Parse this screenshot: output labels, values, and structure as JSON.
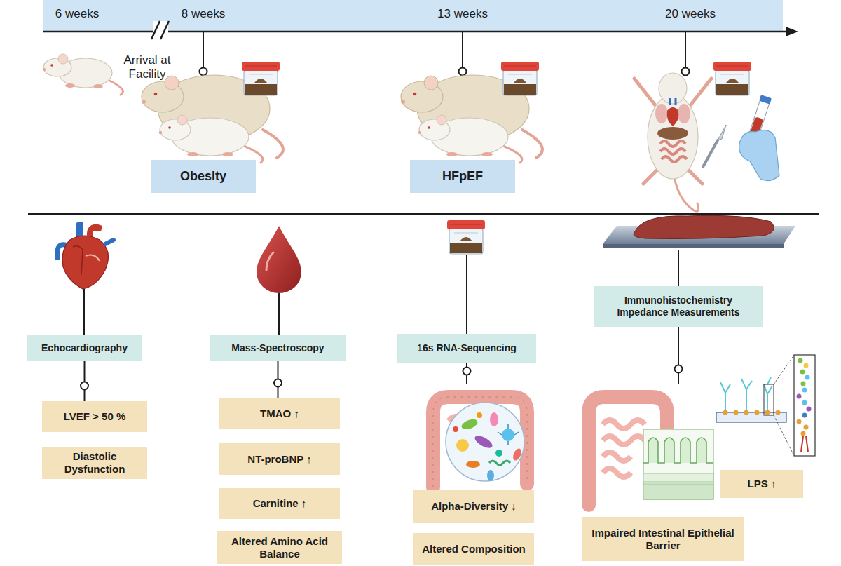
{
  "diagram": {
    "nodes": [
      {
        "text": [
          "Obesity"
        ]
      },
      {
        "text": [
          "HFpEF"
        ]
      },
      {
        "text": [
          "Echocardiography"
        ]
      },
      {
        "text": [
          "LVEF > 50 %"
        ]
      },
      {
        "text": [
          "Diastolic Dysfunction"
        ]
      },
      {
        "text": [
          "Mass-Spectroscopy"
        ]
      },
      {
        "text": [
          "TMAO ↑"
        ]
      },
      {
        "text": [
          "NT-proBNP ↑"
        ]
      },
      {
        "text": [
          "Carnitine ↑"
        ]
      },
      {
        "text": [
          "Altered Amino Acid Balance"
        ]
      },
      {
        "text": [
          "16s RNA-Sequencing"
        ]
      },
      {
        "text": [
          "Alpha-Diversity ↓"
        ]
      },
      {
        "text": [
          "Altered Composition"
        ]
      },
      {
        "text": [
          "Immunohistochemistry Impedance Measurements"
        ]
      },
      {
        "text": [
          "LPS ↑"
        ]
      },
      {
        "text": [
          "Impaired Intestinal Epithelial Barrier"
        ]
      }
    ],
    "edges": [
      {
        "from": 2,
        "to": 3,
        "arrow": "none"
      },
      {
        "from": 5,
        "to": 6,
        "arrow": "none"
      }
    ],
    "labels": [
      "6 weeks",
      "8 weeks",
      "13 weeks",
      "20 weeks",
      "Arrival at Facility"
    ]
  }
}
